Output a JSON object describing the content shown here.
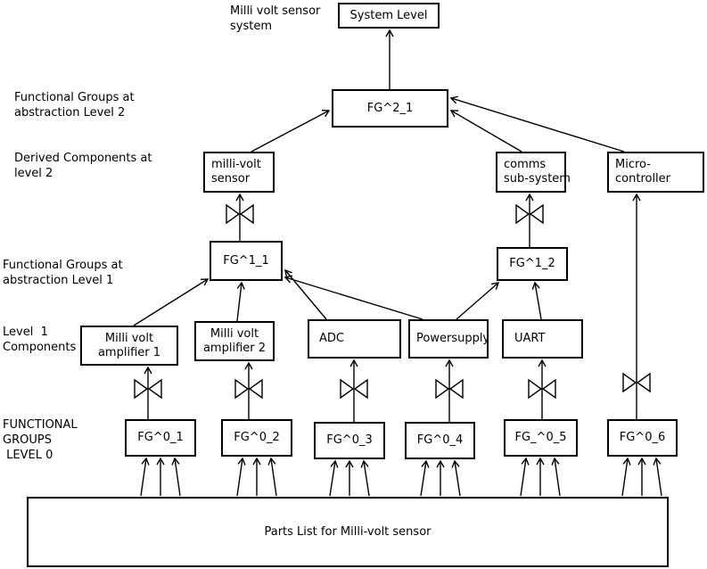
{
  "colors": {
    "ink": "#000000",
    "background": "#ffffff"
  },
  "annotations": {
    "system_note": "Milli volt sensor\nsystem",
    "fg_level2": "Functional Groups at\nabstraction Level 2",
    "derived_level2": "Derived Components at\nlevel 2",
    "fg_level1": "Functional Groups at\nabstraction Level 1",
    "components_level1": "Level  1\nComponents",
    "fg_level0": "FUNCTIONAL\nGROUPS\n LEVEL 0"
  },
  "nodes": {
    "system_level": "System Level",
    "fg2_1": "FG^2_1",
    "mv_sensor": "milli-volt\nsensor",
    "comms_subsystem": "comms\nsub-system",
    "micro_controller": "Micro-\ncontroller",
    "fg1_1": "FG^1_1",
    "fg1_2": "FG^1_2",
    "amp1": "Milli volt\namplifier 1",
    "amp2": "Milli volt\namplifier 2",
    "adc": "ADC",
    "powersupply": "Powersupply",
    "uart": "UART",
    "fg0_1": "FG^0_1",
    "fg0_2": "FG^0_2",
    "fg0_3": "FG^0_3",
    "fg0_4": "FG^0_4",
    "fg0_5": "FG_^0_5",
    "fg0_6": "FG^0_6",
    "parts_list": "Parts List for Milli-volt sensor"
  }
}
